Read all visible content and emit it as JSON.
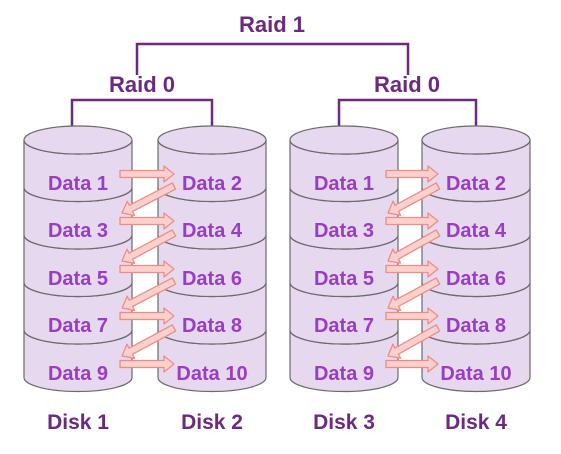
{
  "diagram": {
    "top_label": "Raid 1",
    "groups": [
      {
        "label": "Raid 0",
        "disks": [
          {
            "label": "Disk 1",
            "blocks": [
              "Data 1",
              "Data 3",
              "Data 5",
              "Data 7",
              "Data 9"
            ]
          },
          {
            "label": "Disk 2",
            "blocks": [
              "Data 2",
              "Data 4",
              "Data 6",
              "Data 8",
              "Data 10"
            ]
          }
        ]
      },
      {
        "label": "Raid 0",
        "disks": [
          {
            "label": "Disk 3",
            "blocks": [
              "Data 1",
              "Data 3",
              "Data 5",
              "Data 7",
              "Data 9"
            ]
          },
          {
            "label": "Disk 4",
            "blocks": [
              "Data 2",
              "Data 4",
              "Data 6",
              "Data 8",
              "Data 10"
            ]
          }
        ]
      }
    ],
    "colors": {
      "connector": "#6b2a80",
      "label": "#6b2a80",
      "block_text": "#9a3cc4",
      "disk_fill": "#e6d8ee",
      "disk_stroke": "#6c6c6c",
      "arrow_fill": "#fbd0cd",
      "arrow_stroke": "#f08c86"
    }
  }
}
